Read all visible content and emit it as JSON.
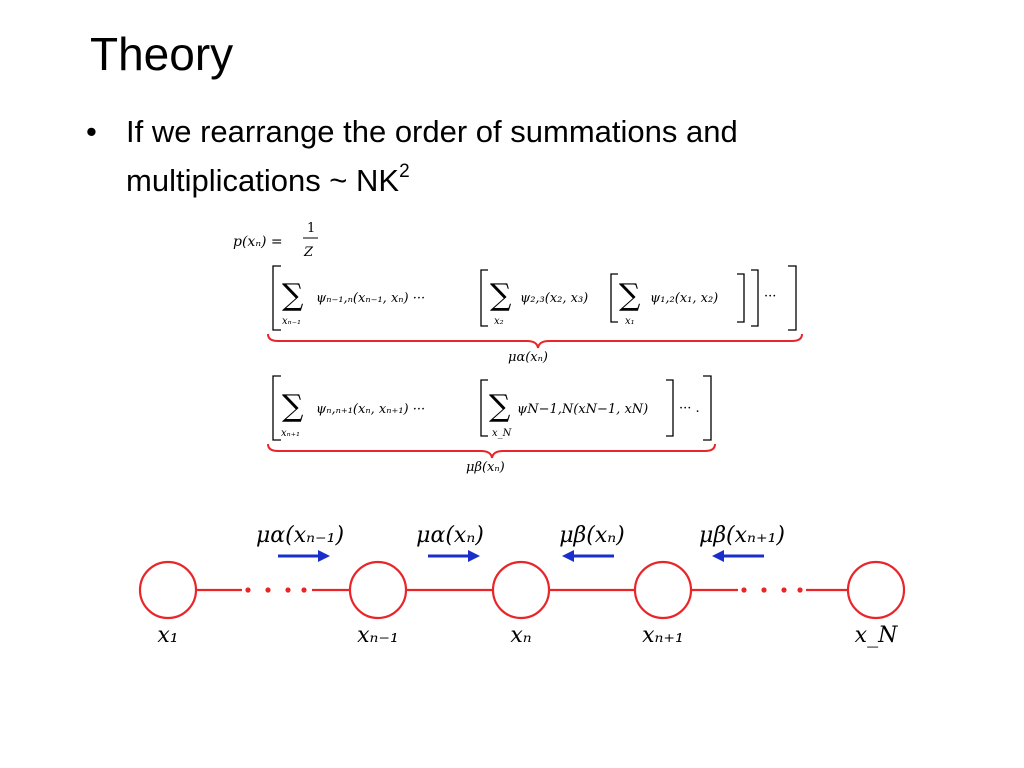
{
  "slide": {
    "title": "Theory",
    "bullet": {
      "marker": "•",
      "text": "If we rearrange the order of summations and multiplications ~ NK",
      "superscript": "2"
    }
  },
  "equation": {
    "lhs": "p(xₙ) =",
    "frac_num": "1",
    "frac_den": "Z",
    "row1": {
      "sum1_sub": "xₙ₋₁",
      "term1": "ψₙ₋₁,ₙ(xₙ₋₁, xₙ) ···",
      "sum2_sub": "x₂",
      "term2": "ψ₂,₃(x₂, x₃)",
      "sum3_sub": "x₁",
      "term3": "ψ₁,₂(x₁, x₂)",
      "tail": "···",
      "brace_label": "μα(xₙ)"
    },
    "row2": {
      "sum1_sub": "xₙ₊₁",
      "term1": "ψₙ,ₙ₊₁(xₙ, xₙ₊₁) ···",
      "sum2_sub": "x_N",
      "term2": "ψN−1,N(xN−1, xN)",
      "tail": "··· .",
      "brace_label": "μβ(xₙ)"
    },
    "sum_symbol": "∑"
  },
  "graph": {
    "colors": {
      "chain": "#e8262a",
      "arrow": "#1a2ecc"
    },
    "messages": [
      {
        "label": "μα(xₙ₋₁)",
        "direction": "right"
      },
      {
        "label": "μα(xₙ)",
        "direction": "right"
      },
      {
        "label": "μβ(xₙ)",
        "direction": "left"
      },
      {
        "label": "μβ(xₙ₊₁)",
        "direction": "left"
      }
    ],
    "nodes": [
      {
        "label": "x₁"
      },
      {
        "label": "xₙ₋₁"
      },
      {
        "label": "xₙ"
      },
      {
        "label": "xₙ₊₁"
      },
      {
        "label": "x_N"
      }
    ]
  }
}
